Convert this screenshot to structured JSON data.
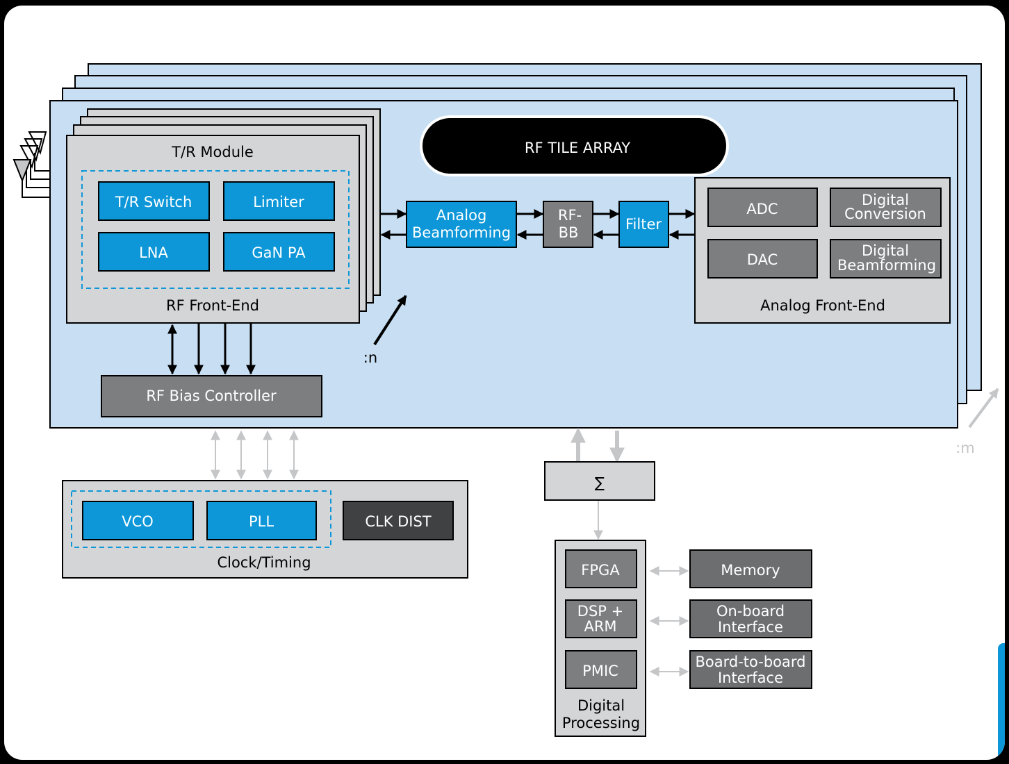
{
  "title": "RF TILE ARRAY",
  "tr_module": {
    "title": "T/R Module",
    "footer": "RF Front-End",
    "blocks": [
      "T/R Switch",
      "Limiter",
      "LNA",
      "GaN PA"
    ]
  },
  "n_label": ":n",
  "m_label": ":m",
  "analog_beamforming": [
    "Analog",
    "Beamforming"
  ],
  "rf_bb": [
    "RF-",
    "BB"
  ],
  "filter": "Filter",
  "afe": {
    "title": "Analog Front-End",
    "adc": "ADC",
    "dac": "DAC",
    "digital_conversion": [
      "Digital",
      "Conversion"
    ],
    "digital_beamforming": [
      "Digital",
      "Beamforming"
    ]
  },
  "bias_controller": "RF Bias Controller",
  "clock": {
    "title": "Clock/Timing",
    "vco": "VCO",
    "pll": "PLL",
    "clk_dist": "CLK DIST"
  },
  "sum_symbol": "∑",
  "digital": {
    "title": [
      "Digital",
      "Processing"
    ],
    "fpga": "FPGA",
    "dsp": [
      "DSP +",
      "ARM"
    ],
    "pmic": "PMIC",
    "memory": "Memory",
    "onboard": [
      "On-board",
      "Interface"
    ],
    "b2b": [
      "Board-to-board",
      "Interface"
    ]
  },
  "colors": {
    "tile": "#c8dff3",
    "blue_block": "#0d97d8",
    "gray_block": "#7d7e80",
    "light_gray": "#d4d5d7",
    "dark_block": "#404142",
    "arrow_light": "#c5c6c8"
  }
}
